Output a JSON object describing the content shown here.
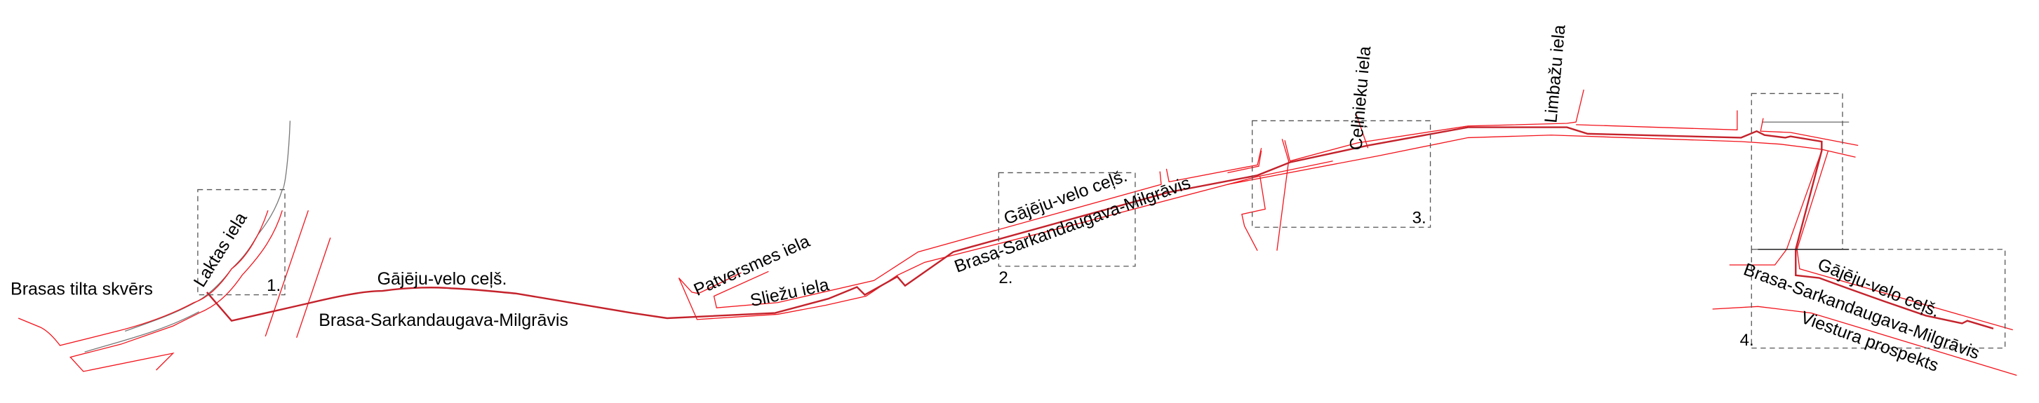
{
  "map": {
    "colors": {
      "route": "#c4222b",
      "street_edges": "#f2131b",
      "railway": "#777777",
      "frames": "#555555"
    },
    "labels": {
      "brasas_tilta_skvers": "Brasas tilta skvērs",
      "laktas_iela": "Laktas iela",
      "gajeju_velo_1": "Gājēju-velo ceļš.",
      "route_1": "Brasa-Sarkandaugava-Milgrāvis",
      "patversmes_iela": "Patversmes iela",
      "sliezu_iela": "Sliežu iela",
      "gajeju_velo_2": "Gājēju-velo ceļš.",
      "route_2": "Brasa-Sarkandaugava-Milgrāvis",
      "celinieku_iela": "Ceļinieku iela",
      "limbazu_iela": "Limbažu iela",
      "gajeju_velo_4": "Gājēju-velo ceļš.",
      "route_4": "Brasa-Sarkandaugava-Milgrāvis",
      "viestura_prospekts": "Viestura prospekts"
    },
    "frames": [
      {
        "label": "1."
      },
      {
        "label": "2."
      },
      {
        "label": "3."
      },
      {
        "label": "4."
      }
    ]
  }
}
